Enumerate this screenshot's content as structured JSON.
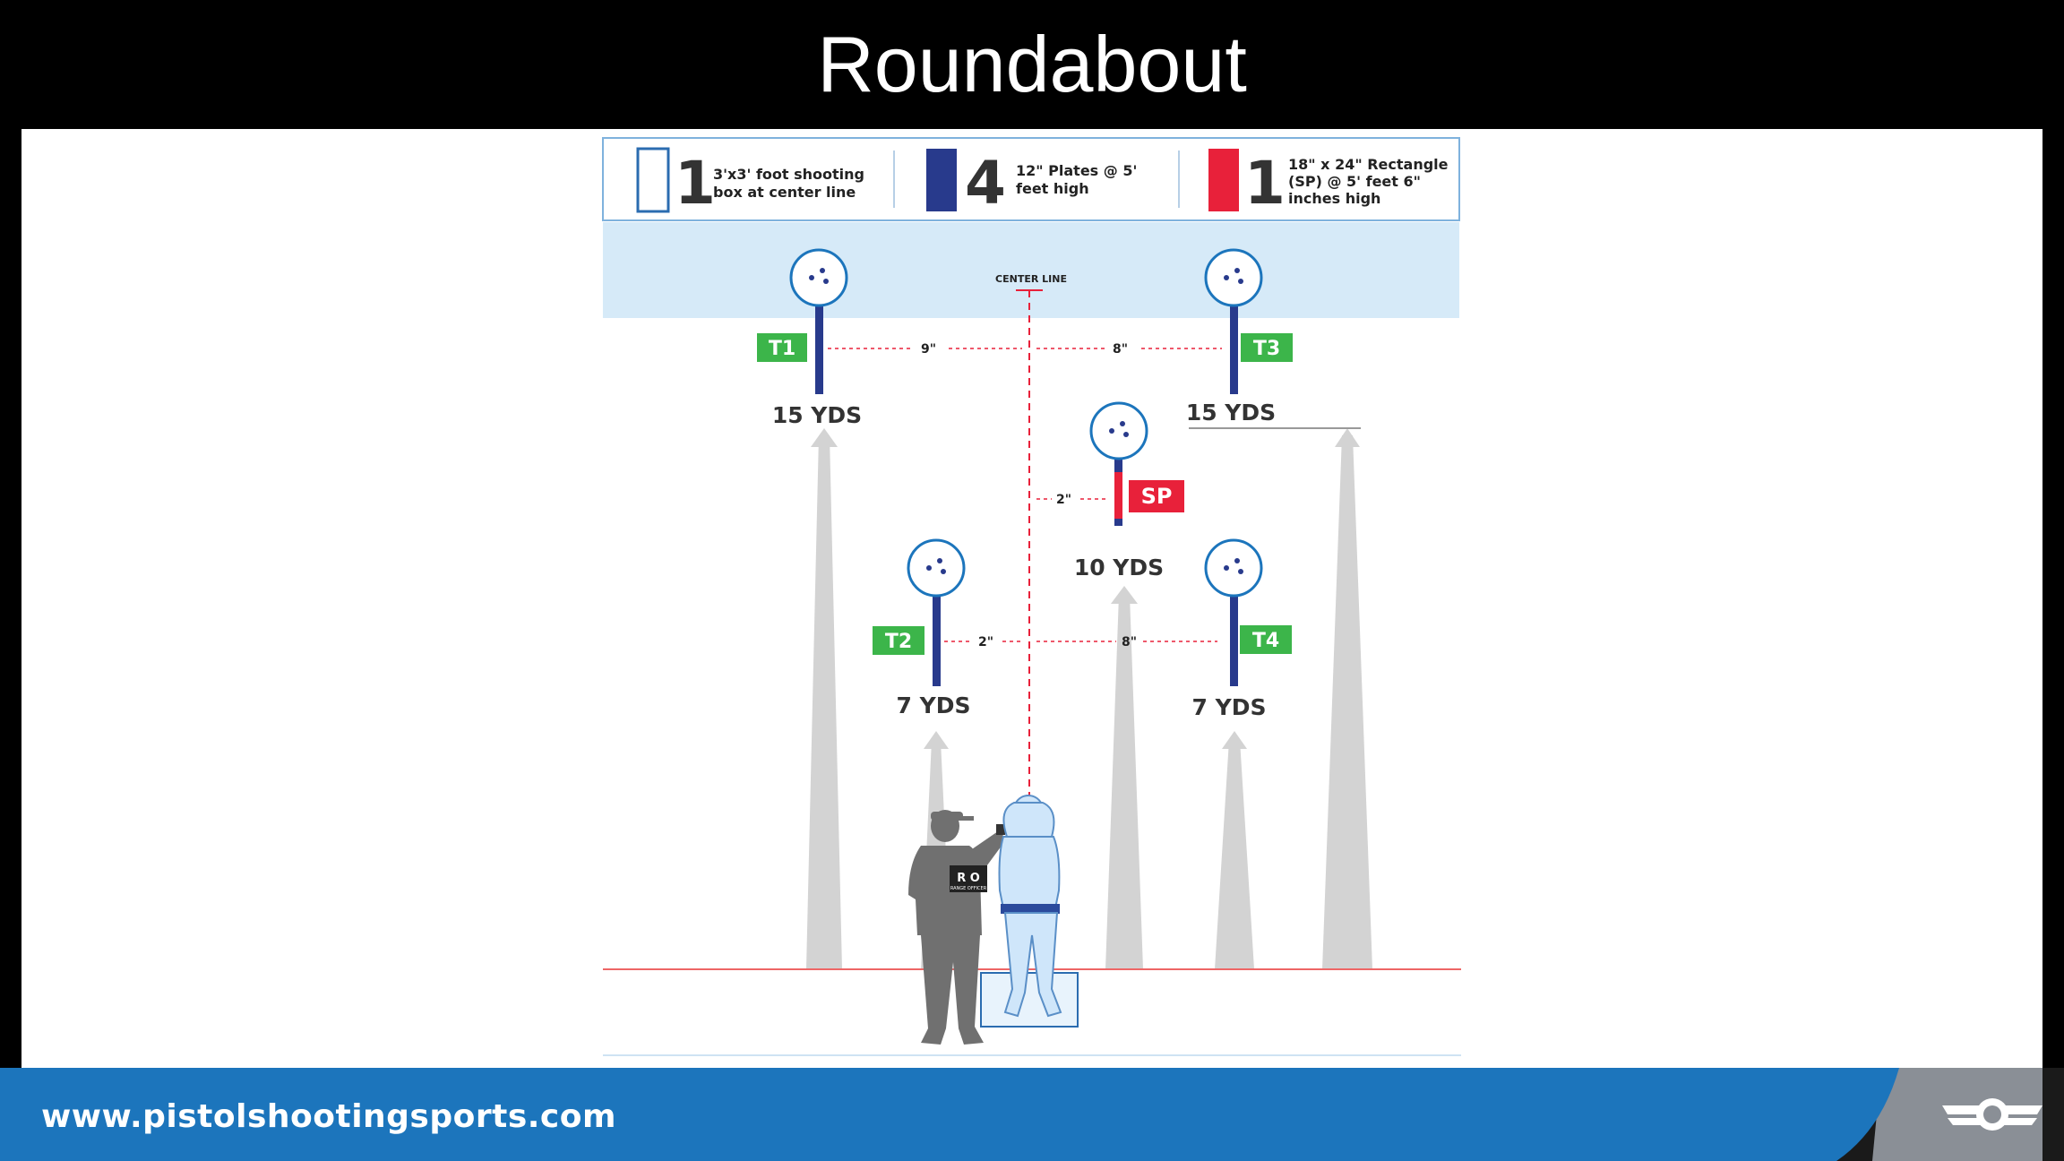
{
  "title": "Roundabout",
  "legend": [
    {
      "count": "1",
      "line1": "3'x3' foot shooting",
      "line2": "box at center line",
      "line3": "",
      "color": "#ffffff",
      "stroke": "#2b6cb0"
    },
    {
      "count": "4",
      "line1": "12\" Plates @ 5'",
      "line2": "feet high",
      "line3": "",
      "color": "#283a8c",
      "stroke": "#283a8c"
    },
    {
      "count": "1",
      "line1": "18\" x 24\" Rectangle",
      "line2": "(SP) @ 5' feet 6\"",
      "line3": "inches high",
      "color": "#e8213a",
      "stroke": "#e8213a"
    }
  ],
  "center_line_label": "CENTER LINE",
  "targets": {
    "t1": {
      "tag": "T1",
      "distance": "15 YDS"
    },
    "t2": {
      "tag": "T2",
      "distance": "7 YDS"
    },
    "t3": {
      "tag": "T3",
      "distance": "15 YDS"
    },
    "t4": {
      "tag": "T4",
      "distance": "7 YDS"
    },
    "sp": {
      "tag": "SP",
      "distance": "10 YDS"
    }
  },
  "spacing": {
    "t1_center": "9\"",
    "center_t3": "8\"",
    "sp_center": "2\"",
    "t2_center": "2\"",
    "center_t4": "8\""
  },
  "ro_badge": "R O",
  "ro_sub": "RANGE OFFICER",
  "footer_url": "www.pistolshootingsports.com",
  "colors": {
    "plate_blue": "#283a8c",
    "sp_red": "#e8213a",
    "tag_green": "#3cb54a",
    "footer_blue": "#1c75bc",
    "sky": "#d6eaf8",
    "center_line": "#e8213a"
  }
}
